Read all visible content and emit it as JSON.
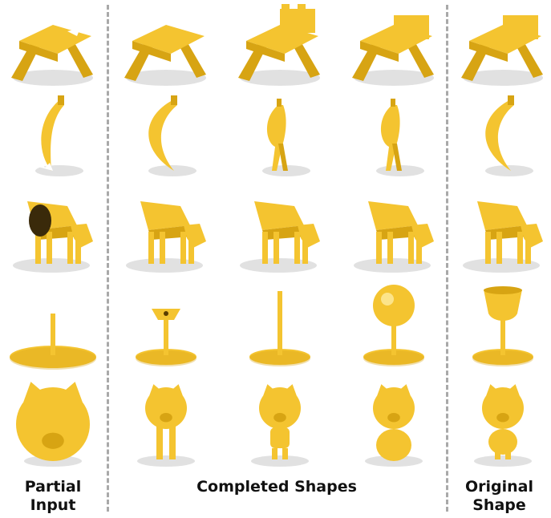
{
  "columns": [
    {
      "label": "Partial\nInput"
    },
    {
      "label": "Completed Shapes"
    },
    {
      "label": "Original\nShape"
    }
  ],
  "rows": [
    {
      "object": "chair-like",
      "cells": [
        "chair-partial",
        "chair-wide",
        "chair-castle-back",
        "chair-back",
        "chair-original"
      ]
    },
    {
      "object": "banana",
      "cells": [
        "banana-partial",
        "banana-curved",
        "banana-legs",
        "banana-legs-straight",
        "banana-original"
      ]
    },
    {
      "object": "cow",
      "cells": [
        "cow-partial",
        "cow-1",
        "cow-2",
        "cow-3",
        "cow-original"
      ]
    },
    {
      "object": "goblet",
      "cells": [
        "goblet-partial",
        "goblet-flower",
        "goblet-stick",
        "goblet-ball",
        "goblet-original"
      ]
    },
    {
      "object": "pig-figure",
      "cells": [
        "pig-partial",
        "pig-legs",
        "pig-arms",
        "pig-chubby",
        "pig-original"
      ]
    }
  ],
  "colors": {
    "shape": "#f4c430",
    "shape_dark": "#d7a413",
    "shadow": "#d9d9d9",
    "divider": "#a9a9a9"
  }
}
